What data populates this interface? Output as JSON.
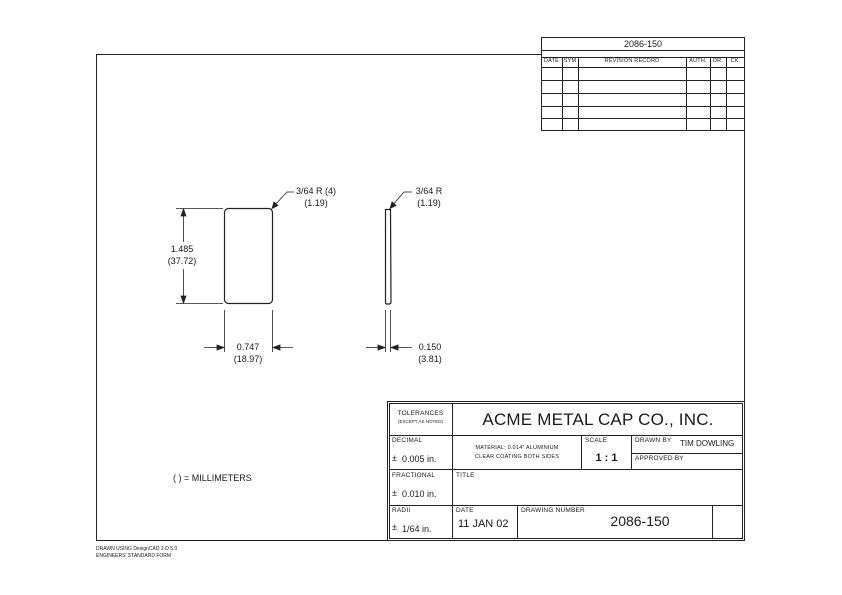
{
  "revision_block": {
    "drawing_number": "2086-150",
    "headers": [
      "DATE",
      "SYM",
      "REVISION RECORD",
      "AUTH.",
      "DR.",
      "CK."
    ]
  },
  "dimensions": {
    "front_radius": "3/64 R (4)",
    "front_radius_mm": "(1.19)",
    "side_radius": "3/64 R",
    "side_radius_mm": "(1.19)",
    "height": "1.485",
    "height_mm": "(37.72)",
    "width": "0.747",
    "width_mm": "(18.97)",
    "thickness": "0.150",
    "thickness_mm": "(3.81)"
  },
  "legend": "( ) = MILLIMETERS",
  "title_block": {
    "tolerances_label": "TOLERANCES",
    "tolerances_note": "(EXCEPT AS NOTED)",
    "company": "ACME METAL CAP CO., INC.",
    "decimal_label": "DECIMAL",
    "decimal_value": "0.005 in.",
    "fractional_label": "FRACTIONAL",
    "fractional_value": "0.010 in.",
    "radii_label": "RADII",
    "radii_value": "1/64 in.",
    "pm_symbol": "±",
    "material_line1": "MATERIAL: 0.014\" ALUMINIUM",
    "material_line2": "CLEAR COATING BOTH SIDES",
    "scale_label": "SCALE",
    "scale_value": "1 : 1",
    "drawn_by_label": "DRAWN BY",
    "drawn_by_value": "TIM DOWLING",
    "approved_by_label": "APPROVED BY",
    "title_label": "TITLE",
    "date_label": "DATE",
    "date_value": "11 JAN 02",
    "drawing_number_label": "DRAWING NUMBER",
    "drawing_number_value": "2086-150"
  },
  "footer": {
    "line1": "DRAWN USING DesignCAD 2-D 5.0",
    "line2": "ENGINEERS' STANDARD FORM"
  }
}
